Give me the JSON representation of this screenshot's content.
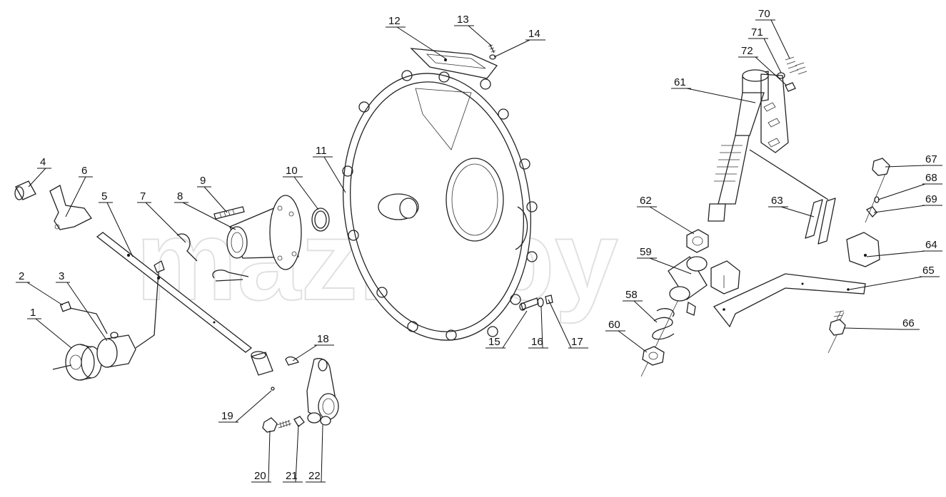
{
  "watermark": "mazik.by",
  "callouts": [
    {
      "id": "1",
      "label": "1"
    },
    {
      "id": "2",
      "label": "2"
    },
    {
      "id": "3",
      "label": "3"
    },
    {
      "id": "4",
      "label": "4"
    },
    {
      "id": "5",
      "label": "5"
    },
    {
      "id": "6",
      "label": "6"
    },
    {
      "id": "7",
      "label": "7"
    },
    {
      "id": "8",
      "label": "8"
    },
    {
      "id": "9",
      "label": "9"
    },
    {
      "id": "10",
      "label": "10"
    },
    {
      "id": "11",
      "label": "11"
    },
    {
      "id": "12",
      "label": "12"
    },
    {
      "id": "13",
      "label": "13"
    },
    {
      "id": "14",
      "label": "14"
    },
    {
      "id": "15",
      "label": "15"
    },
    {
      "id": "16",
      "label": "16"
    },
    {
      "id": "17",
      "label": "17"
    },
    {
      "id": "18",
      "label": "18"
    },
    {
      "id": "19",
      "label": "19"
    },
    {
      "id": "20",
      "label": "20"
    },
    {
      "id": "21",
      "label": "21"
    },
    {
      "id": "22",
      "label": "22"
    },
    {
      "id": "58",
      "label": "58"
    },
    {
      "id": "59",
      "label": "59"
    },
    {
      "id": "60",
      "label": "60"
    },
    {
      "id": "61",
      "label": "61"
    },
    {
      "id": "62",
      "label": "62"
    },
    {
      "id": "63",
      "label": "63"
    },
    {
      "id": "64",
      "label": "64"
    },
    {
      "id": "65",
      "label": "65"
    },
    {
      "id": "66",
      "label": "66"
    },
    {
      "id": "67",
      "label": "67"
    },
    {
      "id": "68",
      "label": "68"
    },
    {
      "id": "69",
      "label": "69"
    },
    {
      "id": "70",
      "label": "70"
    },
    {
      "id": "71",
      "label": "71"
    },
    {
      "id": "72",
      "label": "72"
    }
  ]
}
